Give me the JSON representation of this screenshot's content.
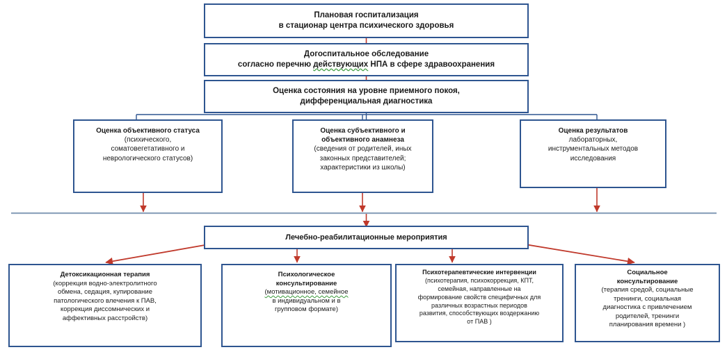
{
  "diagram": {
    "title_sequence": "Плановая госпитализация в стационар центра психического здоровья",
    "colors": {
      "box_border": "#2e5590",
      "arrow_red": "#c0392b",
      "connector_blue": "#2e5590",
      "connector_gray": "#8ea4bd",
      "spellcheck_underline": "#3a9a3a",
      "text": "#1a1a1a",
      "background": "#ffffff"
    },
    "nodes": {
      "admission": {
        "lines": [
          {
            "text": "Плановая  госпитализация",
            "bold": true
          },
          {
            "text": "в стационар центра психического  здоровья",
            "bold": true
          }
        ]
      },
      "prehospital": {
        "lines": [
          {
            "text": "Догоспитальное  обследование",
            "bold": true
          },
          {
            "text": "согласно  перечню  действующих НПА в сфере здравоохранения",
            "bold": true,
            "spell_word": "действующих"
          }
        ]
      },
      "assessment": {
        "lines": [
          {
            "text": "Оценка состояния  на уровне приемного  покоя,",
            "bold": true
          },
          {
            "text": "дифференциальная  диагностика",
            "bold": true
          }
        ]
      },
      "objective_status": {
        "lines": [
          {
            "text": "Оценка объективного  статуса",
            "bold": true
          },
          {
            "text": "(психического,",
            "bold": false
          },
          {
            "text": "соматовегетативного  и",
            "bold": false
          },
          {
            "text": "неврологического  статусов)",
            "bold": false
          }
        ]
      },
      "anamnesis": {
        "lines": [
          {
            "text": "Оценка субъективного  и",
            "bold": true
          },
          {
            "text": "объективного  анамнеза",
            "bold": true
          },
          {
            "text": "(сведения от родителей,  иных",
            "bold": false
          },
          {
            "text": "законных представителей;",
            "bold": false
          },
          {
            "text": "характеристики  из школы)",
            "bold": false
          }
        ]
      },
      "lab_results": {
        "lines": [
          {
            "text": "Оценка результатов",
            "bold": true
          },
          {
            "text": "лабораторных,",
            "bold": false
          },
          {
            "text": "инструментальных  методов",
            "bold": false
          },
          {
            "text": "исследования",
            "bold": false
          }
        ]
      },
      "rehab": {
        "lines": [
          {
            "text": "Лечебно-реабилитационные   мероприятия",
            "bold": true
          }
        ]
      },
      "detox": {
        "lines": [
          {
            "text": "Детоксикационная  терапия",
            "bold": true
          },
          {
            "text": "(коррекция водно-электролитного",
            "bold": false
          },
          {
            "text": "обмена, седация, купирование",
            "bold": false
          },
          {
            "text": "патологического  влечения к ПАВ,",
            "bold": false
          },
          {
            "text": "коррекция диссомнических  и",
            "bold": false
          },
          {
            "text": "аффективных расстройств)",
            "bold": false
          }
        ]
      },
      "psych_counsel": {
        "lines": [
          {
            "text": "Психологическое",
            "bold": true
          },
          {
            "text": "консультирование",
            "bold": true
          },
          {
            "text": "(мотивационное,  семейное",
            "bold": false,
            "spell_all": true
          },
          {
            "text": "в индивидуальном  и в",
            "bold": false
          },
          {
            "text": "групповом  формате)",
            "bold": false
          }
        ]
      },
      "psychotherapy": {
        "lines": [
          {
            "text": "Психотерапевтические  интервенции",
            "bold": true
          },
          {
            "text": "(психотерапия,  психокоррекция,  КПТ,",
            "bold": false
          },
          {
            "text": "семейная,  направленные  на",
            "bold": false
          },
          {
            "text": "формирование  свойств специфичных  для",
            "bold": false
          },
          {
            "text": "различных возрастных периодов",
            "bold": false
          },
          {
            "text": "развития, способствующих  воздержанию",
            "bold": false
          },
          {
            "text": "от ПАВ )",
            "bold": false
          }
        ]
      },
      "social_counsel": {
        "lines": [
          {
            "text": "Социальное",
            "bold": true
          },
          {
            "text": "консультирование",
            "bold": true
          },
          {
            "text": "(терапия средой, социальные",
            "bold": false
          },
          {
            "text": "тренинги,  социальная",
            "bold": false
          },
          {
            "text": "диагностика с привлечением",
            "bold": false
          },
          {
            "text": "родителей,  тренинги",
            "bold": false
          },
          {
            "text": "планирования  времени )",
            "bold": false
          }
        ]
      }
    }
  }
}
